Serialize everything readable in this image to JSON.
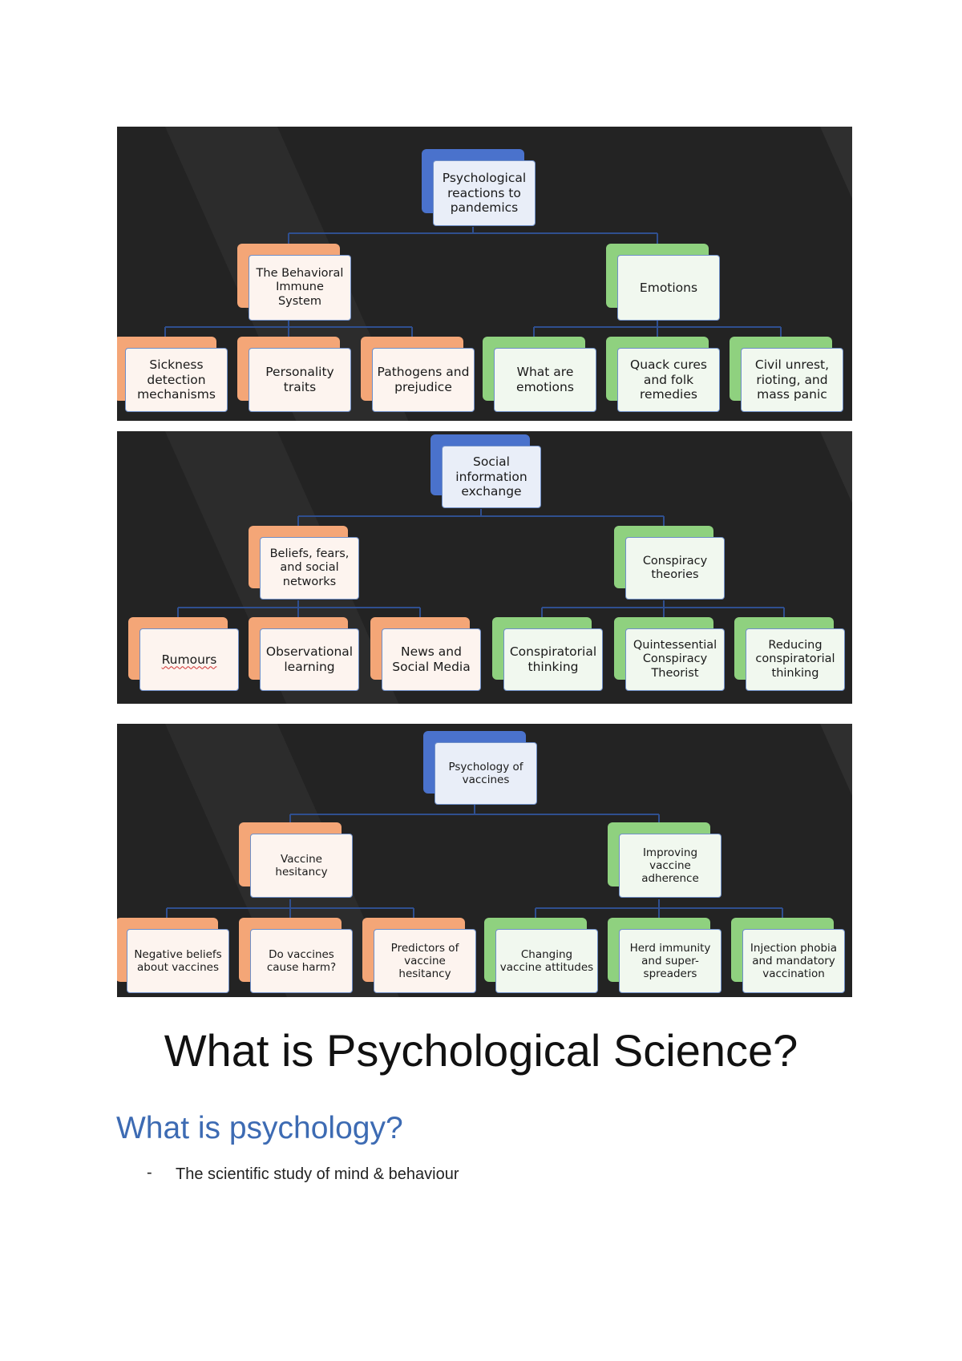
{
  "diagrams": [
    {
      "root": "Psychological reactions to pandemics",
      "left": {
        "label": "The Behavioral Immune System",
        "children": [
          "Sickness detection mechanisms",
          "Personality traits",
          "Pathogens and prejudice"
        ]
      },
      "right": {
        "label": "Emotions",
        "children": [
          "What are emotions",
          "Quack cures and folk remedies",
          "Civil unrest, rioting, and mass panic"
        ]
      }
    },
    {
      "root": "Social information exchange",
      "left": {
        "label": "Beliefs, fears, and social networks",
        "children": [
          "Rumours",
          "Observational learning",
          "News and Social Media"
        ]
      },
      "right": {
        "label": "Conspiracy theories",
        "children": [
          "Conspiratorial thinking",
          "Quintessential Conspiracy Theorist",
          "Reducing conspiratorial thinking"
        ]
      }
    },
    {
      "root": "Psychology of vaccines",
      "left": {
        "label": "Vaccine hesitancy",
        "children": [
          "Negative beliefs about vaccines",
          "Do vaccines cause harm?",
          "Predictors of vaccine hesitancy"
        ]
      },
      "right": {
        "label": "Improving vaccine adherence",
        "children": [
          "Changing vaccine attitudes",
          "Herd immunity and super-spreaders",
          "Injection phobia and mandatory vaccination"
        ]
      }
    }
  ],
  "heading": "What is Psychological Science?",
  "subheading": "What is psychology?",
  "bullets": [
    {
      "marker": "-",
      "text": "The scientific study of mind & behaviour"
    }
  ],
  "colors": {
    "panel_bg": "#232323",
    "root": "#4a72cc",
    "left_branch": "#f4a677",
    "right_branch": "#8fd17f",
    "connector": "#2f4f8f",
    "subheading": "#3d6bb3"
  }
}
